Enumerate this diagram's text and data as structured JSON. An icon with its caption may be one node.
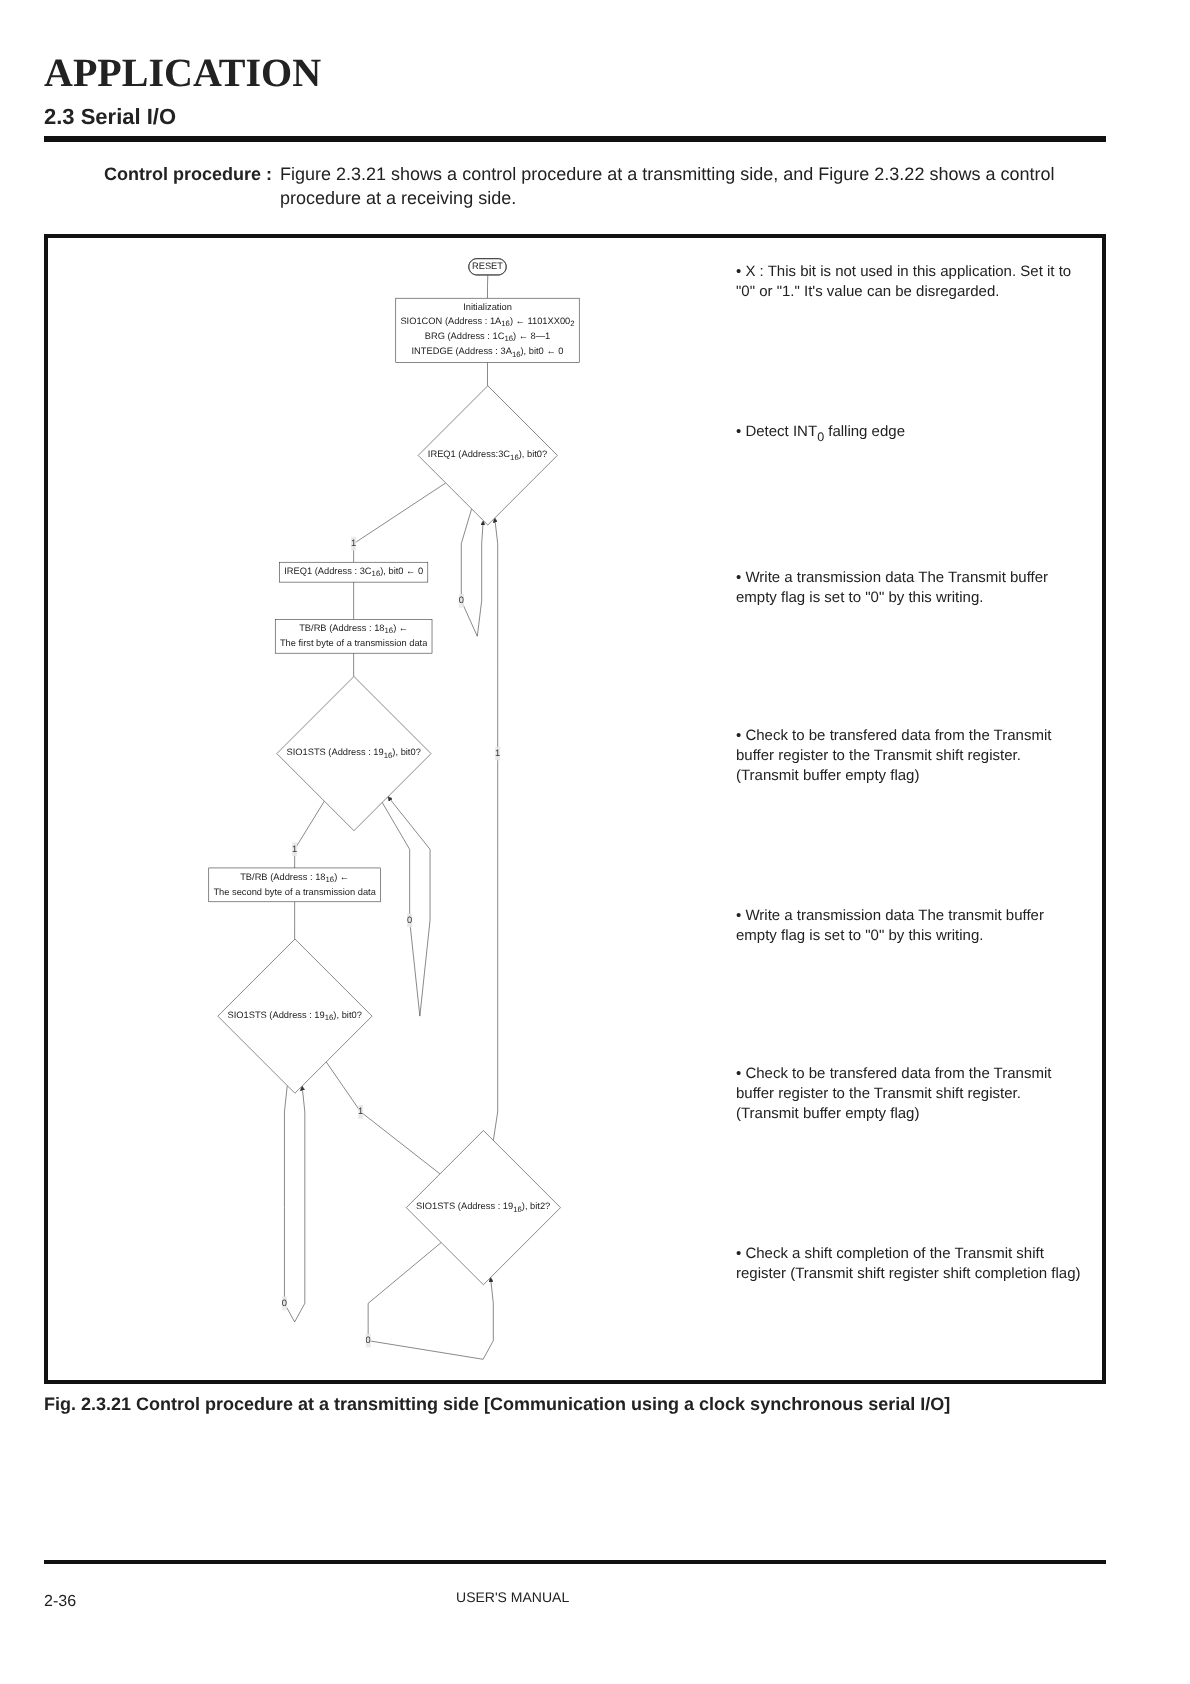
{
  "diagram": {
    "title": "APPLICATION",
    "caption": "Fig. 2.3.21 Control procedure at a transmitting side [Communication using a clock synchronous serial I/O]",
    "nodes": [
      {
        "text": [
          "RESET"
        ]
      },
      {
        "text": [
          "Initialization",
          "SIO1CON (Address : 1A$_{16}$) ← 1101XX00$_{2}$",
          "BRG (Address : 1C$_{16}$) ← 8—1",
          "INTEDGE (Address : 3A$_{16}$), bit0 ← 0"
        ]
      },
      {
        "text": [
          "IREQ1 (Address:3C$_{16}$), bit0?"
        ]
      },
      {
        "text": [
          "IREQ1 (Address : 3C$_{16}$), bit0 ← 0"
        ]
      },
      {
        "text": [
          "TB/RB (Address : 18$_{16}$) ←",
          "The first byte of a transmission data"
        ]
      },
      {
        "text": [
          "SIO1STS (Address : 19$_{16}$), bit0?"
        ]
      },
      {
        "text": [
          "TB/RB (Address : 18$_{16}$) ←",
          "The second byte of a transmission data"
        ]
      },
      {
        "text": [
          "SIO1STS (Address : 19$_{16}$), bit0?"
        ]
      },
      {
        "text": [
          "SIO1STS (Address : 19$_{16}$), bit2?"
        ]
      }
    ],
    "edges": [
      {
        "from": 0,
        "to": 1,
        "arrow": "none"
      },
      {
        "from": 1,
        "to": 2,
        "arrow": "none"
      },
      {
        "from": 2,
        "to": 2,
        "label": "0",
        "arrow": "to"
      },
      {
        "from": 2,
        "to": 3,
        "label": "1",
        "arrow": "none"
      },
      {
        "from": 3,
        "to": 4,
        "arrow": "none"
      },
      {
        "from": 4,
        "to": 5,
        "arrow": "none"
      },
      {
        "from": 5,
        "to": 5,
        "label": "0",
        "arrow": "to"
      },
      {
        "from": 5,
        "to": 6,
        "label": "1",
        "arrow": "none"
      },
      {
        "from": 6,
        "to": 7,
        "arrow": "none"
      },
      {
        "from": 7,
        "to": 7,
        "label": "0",
        "arrow": "to"
      },
      {
        "from": 7,
        "to": 8,
        "label": "1",
        "arrow": "none"
      },
      {
        "from": 8,
        "to": 8,
        "label": "0",
        "arrow": "to"
      },
      {
        "from": 8,
        "to": 2,
        "label": "1",
        "arrow": "to"
      }
    ],
    "labels": [
      "2.3 Serial I/O",
      "Control procedure :",
      "Figure 2.3.21 shows a control procedure at a transmitting side, and Figure 2.3.22 shows a control procedure at a receiving side.",
      "• X : This bit is not used in this application. Set it to \"0\" or \"1.\" It's value can be disregarded.",
      "• Detect INT$_{0}$ falling edge",
      "• Write a transmission data The Transmit buffer empty flag is set to \"0\" by this writing.",
      "• Check to be transfered data from the Transmit buffer register to the Transmit shift register. (Transmit buffer empty flag)",
      "• Write a transmission data The transmit buffer empty flag is set to \"0\" by this writing.",
      "• Check to be transfered data from the Transmit buffer register to the Transmit shift register. (Transmit buffer empty flag)",
      "• Check a shift completion of the Transmit shift register (Transmit shift register shift completion flag)",
      "2-36",
      "USER'S MANUAL"
    ]
  }
}
